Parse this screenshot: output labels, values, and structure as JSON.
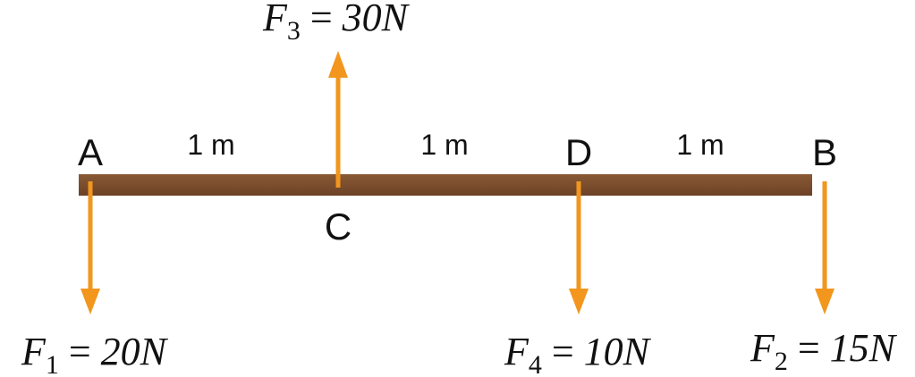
{
  "colors": {
    "beam": "#7a4e2e",
    "arrow": "#f2961e",
    "text": "#111111"
  },
  "points": {
    "a": "A",
    "b": "B",
    "c": "C",
    "d": "D"
  },
  "distances": {
    "ac": "1 m",
    "cd": "1 m",
    "db": "1 m"
  },
  "forces": {
    "f1": {
      "symbol": "F",
      "sub": "1",
      "eq": " = ",
      "value": "20N",
      "direction": "down",
      "point": "A"
    },
    "f2": {
      "symbol": "F",
      "sub": "2",
      "eq": " = ",
      "value": "15N",
      "direction": "down",
      "point": "B"
    },
    "f3": {
      "symbol": "F",
      "sub": "3",
      "eq": " = ",
      "value": "30N",
      "direction": "up",
      "point": "C"
    },
    "f4": {
      "symbol": "F",
      "sub": "4",
      "eq": " = ",
      "value": "10N",
      "direction": "down",
      "point": "D"
    }
  }
}
